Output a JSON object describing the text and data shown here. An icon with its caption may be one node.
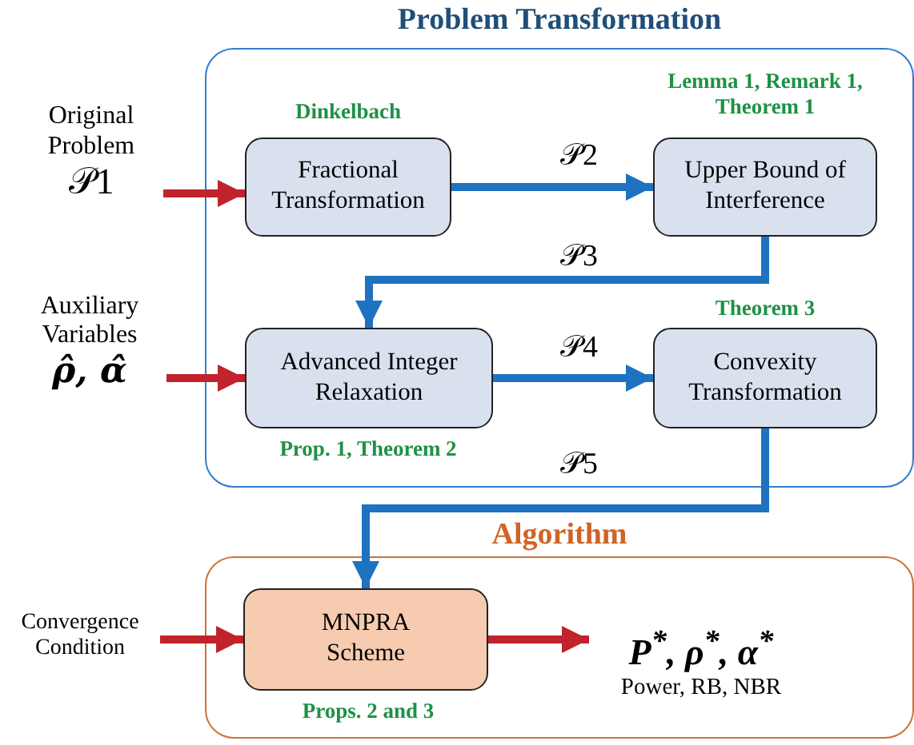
{
  "diagram": {
    "nodes": [
      {
        "text": [
          "Problem Transformation"
        ]
      },
      {
        "text": [
          "Fractional Transformation"
        ],
        "in": 0,
        "beside": [
          "Dinkelbach"
        ]
      },
      {
        "text": [
          "Upper Bound of Interference"
        ],
        "in": 0,
        "beside": [
          "Lemma 1, Remark 1, Theorem 1"
        ]
      },
      {
        "text": [
          "Advanced Integer Relaxation"
        ],
        "in": 0,
        "beside": [
          "Prop. 1, Theorem 2"
        ]
      },
      {
        "text": [
          "Convexity Transformation"
        ],
        "in": 0,
        "beside": [
          "Theorem 3"
        ]
      },
      {
        "text": [
          "Algorithm"
        ]
      },
      {
        "text": [
          "MNPRA Scheme"
        ],
        "in": 5,
        "beside": [
          "Props. 2 and 3"
        ]
      },
      {
        "text": [
          "Original Problem",
          "𝒫1"
        ]
      },
      {
        "text": [
          "Auxiliary Variables",
          "ρ̂, α̂"
        ]
      },
      {
        "text": [
          "Convergence Condition"
        ]
      },
      {
        "text": [
          "P$^{*}$, ρ$^{*}$, α$^{*}$",
          "Power, RB, NBR"
        ],
        "in": 5
      }
    ],
    "edges": [
      {
        "from": 7,
        "to": 1,
        "arrow": "to",
        "color": "#c0232b"
      },
      {
        "from": 1,
        "to": 2,
        "arrow": "to",
        "label": "𝒫2",
        "color": "#1f72c0"
      },
      {
        "from": 2,
        "to": 3,
        "arrow": "to",
        "label": "𝒫3",
        "color": "#1f72c0"
      },
      {
        "from": 3,
        "to": 4,
        "arrow": "to",
        "label": "𝒫4",
        "color": "#1f72c0"
      },
      {
        "from": 4,
        "to": 6,
        "arrow": "to",
        "label": "𝒫5",
        "color": "#1f72c0"
      },
      {
        "from": 8,
        "to": 3,
        "arrow": "to",
        "color": "#c0232b"
      },
      {
        "from": 9,
        "to": 6,
        "arrow": "to",
        "color": "#c0232b"
      },
      {
        "from": 6,
        "to": 10,
        "arrow": "to",
        "color": "#c0232b"
      }
    ]
  }
}
